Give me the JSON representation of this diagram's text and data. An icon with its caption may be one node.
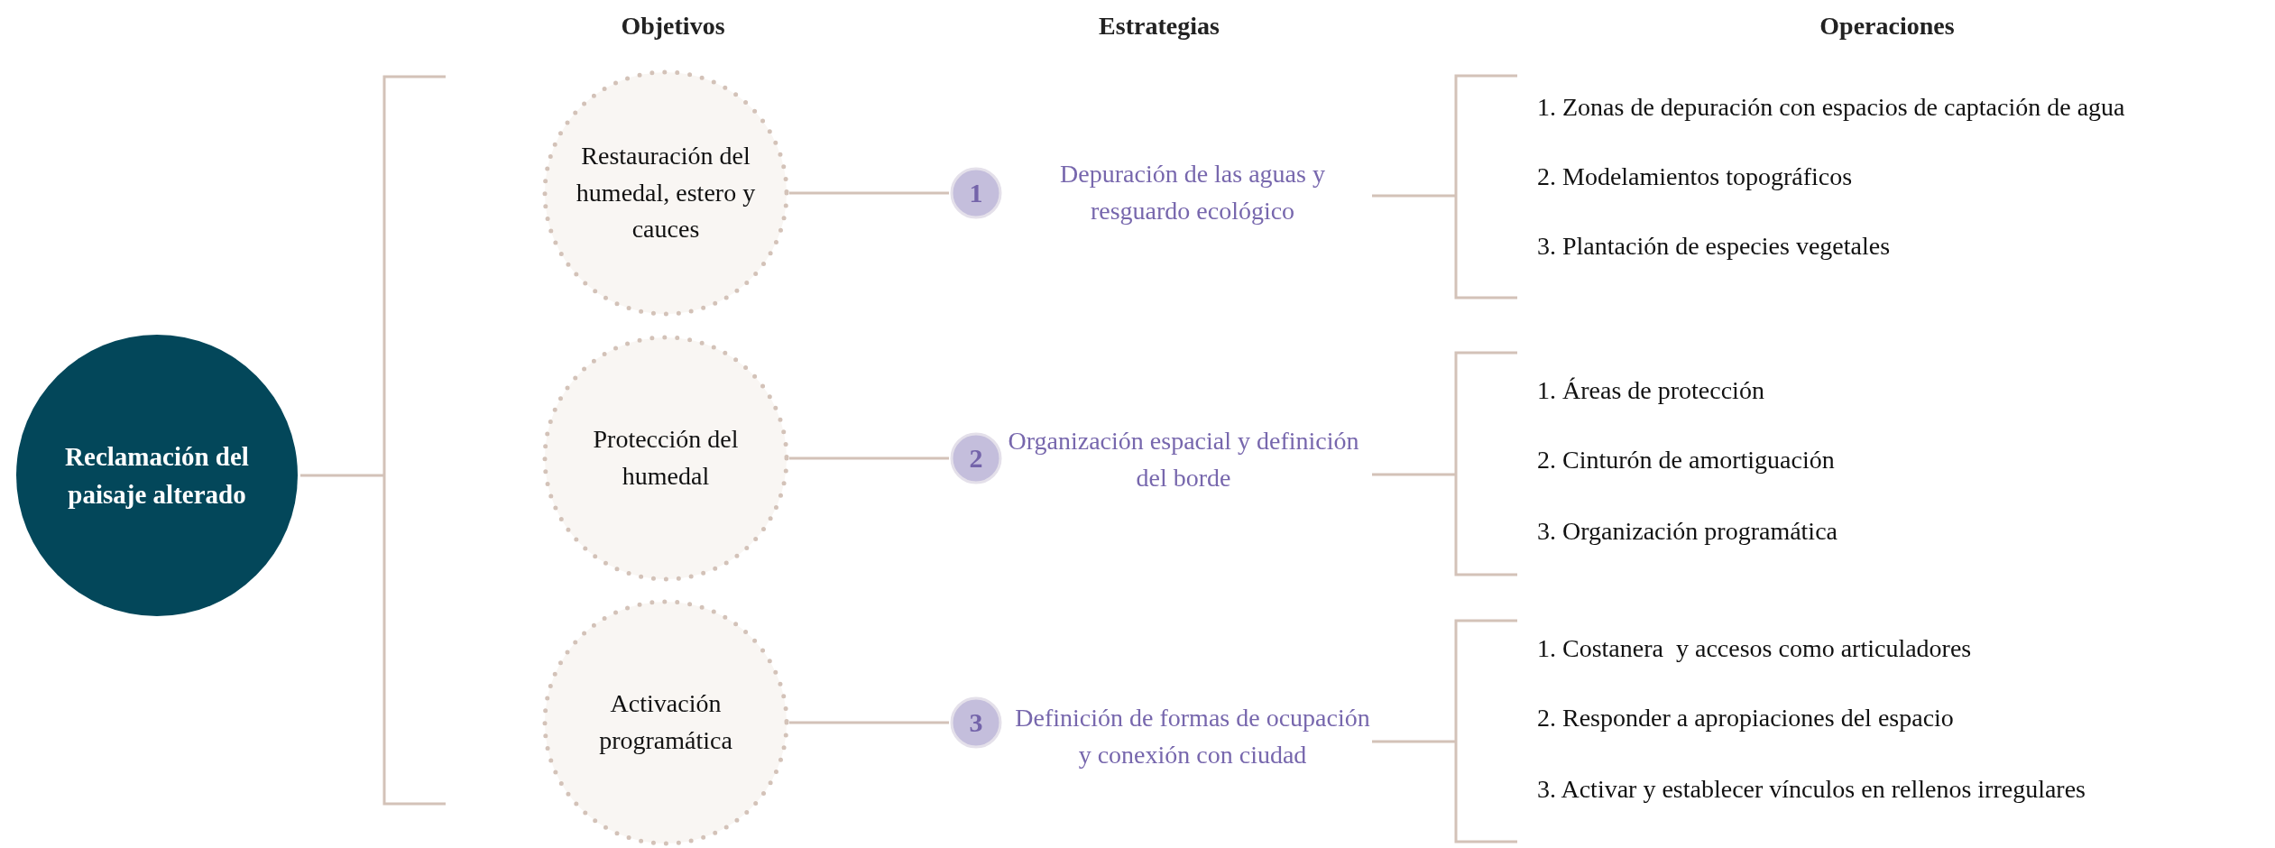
{
  "diagram": {
    "nodes": [
      {
        "text": [
          "Reclamación del paisaje alterado"
        ]
      },
      {
        "text": [
          "Restauración del humedal, estero y cauces"
        ]
      },
      {
        "text": [
          "Protección del humedal"
        ]
      },
      {
        "text": [
          "Activación programática"
        ]
      },
      {
        "text": [
          "1"
        ]
      },
      {
        "text": [
          "2"
        ]
      },
      {
        "text": [
          "3"
        ]
      }
    ],
    "edges": [
      {
        "from": 1,
        "to": 4,
        "arrow": "none"
      },
      {
        "from": 2,
        "to": 5,
        "arrow": "none"
      },
      {
        "from": 3,
        "to": 6,
        "arrow": "none"
      }
    ],
    "labels": [
      "Objetivos",
      "Estrategias",
      "Operaciones",
      "Depuración de las aguas y resguardo ecológico",
      "1. Zonas de depuración con espacios de captación de agua",
      "2. Modelamientos topográficos",
      "3. Plantación de especies vegetales",
      "Organización espacial y definición del borde",
      "1. Áreas de protección",
      "2. Cinturón de amortiguación",
      "3. Organización programática",
      "Definición de formas de ocupación y conexión con ciudad",
      "1. Costanera  y accesos como articuladores",
      "2. Responder a apropiaciones del espacio",
      "3. Activar y establecer vínculos en rellenos irregulares"
    ]
  }
}
